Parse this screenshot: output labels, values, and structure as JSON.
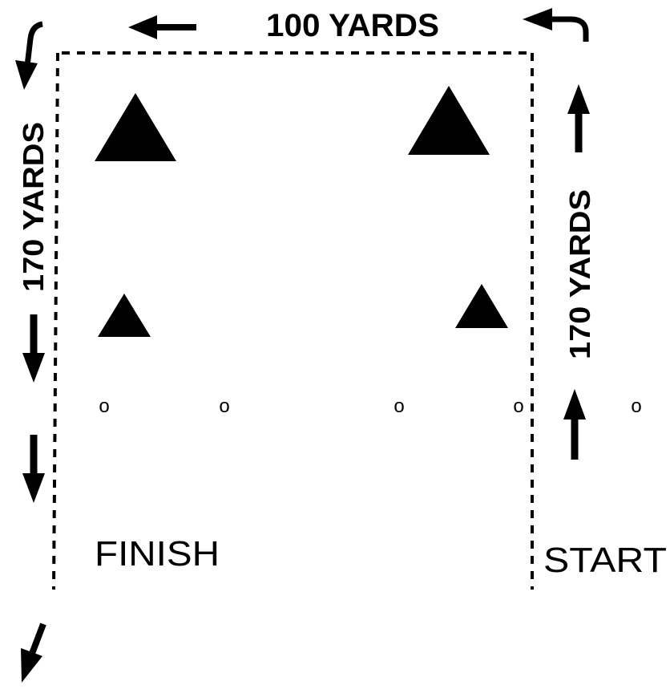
{
  "diagram": {
    "labels": {
      "top_distance": "100 YARDS",
      "left_distance": "170 YARDS",
      "right_distance": "170 YARDS",
      "finish": "FINISH",
      "start": "START"
    },
    "markers": {
      "symbol": "o",
      "count": 5
    },
    "cones": {
      "large_count": 2,
      "small_count": 2
    },
    "icons": {
      "direction_arrow": "arrow-icon",
      "turn_arrow": "u-turn-arrow-icon",
      "cone": "triangle-cone-icon"
    },
    "colors": {
      "ink": "#000000",
      "background": "#ffffff"
    }
  }
}
